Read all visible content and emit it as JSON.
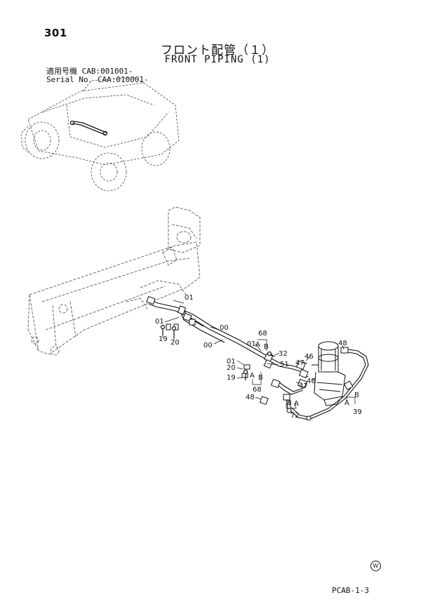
{
  "page_number": "301",
  "title_jp": "フロント配管（１）",
  "title_en": "FRONT PIPING (1)",
  "applicability": [
    {
      "label": "適用号機",
      "value": "CAB:001001-"
    },
    {
      "label": "Serial No.",
      "value": "CAA:010001-"
    }
  ],
  "callouts": {
    "c01a": "01",
    "c01b": "01",
    "c19a": "19",
    "c20a": "20",
    "c00a": "00",
    "c00b": "00",
    "c68a": "68",
    "c01c": "01",
    "c_A1": "A",
    "c_B1": "B",
    "c32": "32",
    "c51": "51",
    "c01d": "01",
    "c20b": "20",
    "c19b": "19",
    "c_A2": "A",
    "c_B2": "B",
    "c68b": "68",
    "c47a": "47",
    "c46a": "46",
    "c46b": "46",
    "c47b": "47",
    "c48a": "48",
    "c48b": "48",
    "c_B3": "B",
    "c_A3": "A",
    "c72": "72",
    "c_A4": "A",
    "c_B4": "B",
    "c39": "39"
  },
  "w_mark": "W",
  "doc_code": "PCAB-1-3"
}
